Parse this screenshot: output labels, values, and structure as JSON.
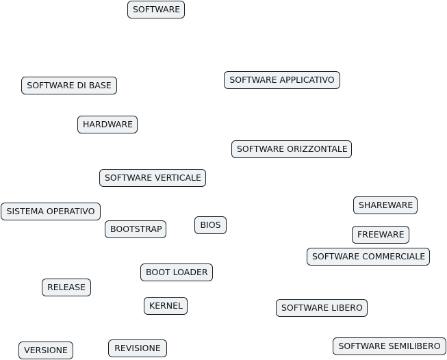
{
  "diagram": {
    "nodes": [
      {
        "id": "software",
        "label": "SOFTWARE"
      },
      {
        "id": "software-di-base",
        "label": "SOFTWARE DI BASE"
      },
      {
        "id": "software-applicativo",
        "label": "SOFTWARE APPLICATIVO"
      },
      {
        "id": "hardware",
        "label": "HARDWARE"
      },
      {
        "id": "software-orizzontale",
        "label": "SOFTWARE ORIZZONTALE"
      },
      {
        "id": "software-verticale",
        "label": "SOFTWARE VERTICALE"
      },
      {
        "id": "sistema-operativo",
        "label": "SISTEMA OPERATIVO"
      },
      {
        "id": "shareware",
        "label": "SHAREWARE"
      },
      {
        "id": "bootstrap",
        "label": "BOOTSTRAP"
      },
      {
        "id": "bios",
        "label": "BIOS"
      },
      {
        "id": "freeware",
        "label": "FREEWARE"
      },
      {
        "id": "software-commerciale",
        "label": "SOFTWARE COMMERCIALE"
      },
      {
        "id": "boot-loader",
        "label": "BOOT LOADER"
      },
      {
        "id": "release",
        "label": "RELEASE"
      },
      {
        "id": "kernel",
        "label": "KERNEL"
      },
      {
        "id": "software-libero",
        "label": "SOFTWARE LIBERO"
      },
      {
        "id": "versione",
        "label": "VERSIONE"
      },
      {
        "id": "revisione",
        "label": "REVISIONE"
      },
      {
        "id": "software-semilibero",
        "label": "SOFTWARE SEMILIBERO"
      }
    ]
  }
}
